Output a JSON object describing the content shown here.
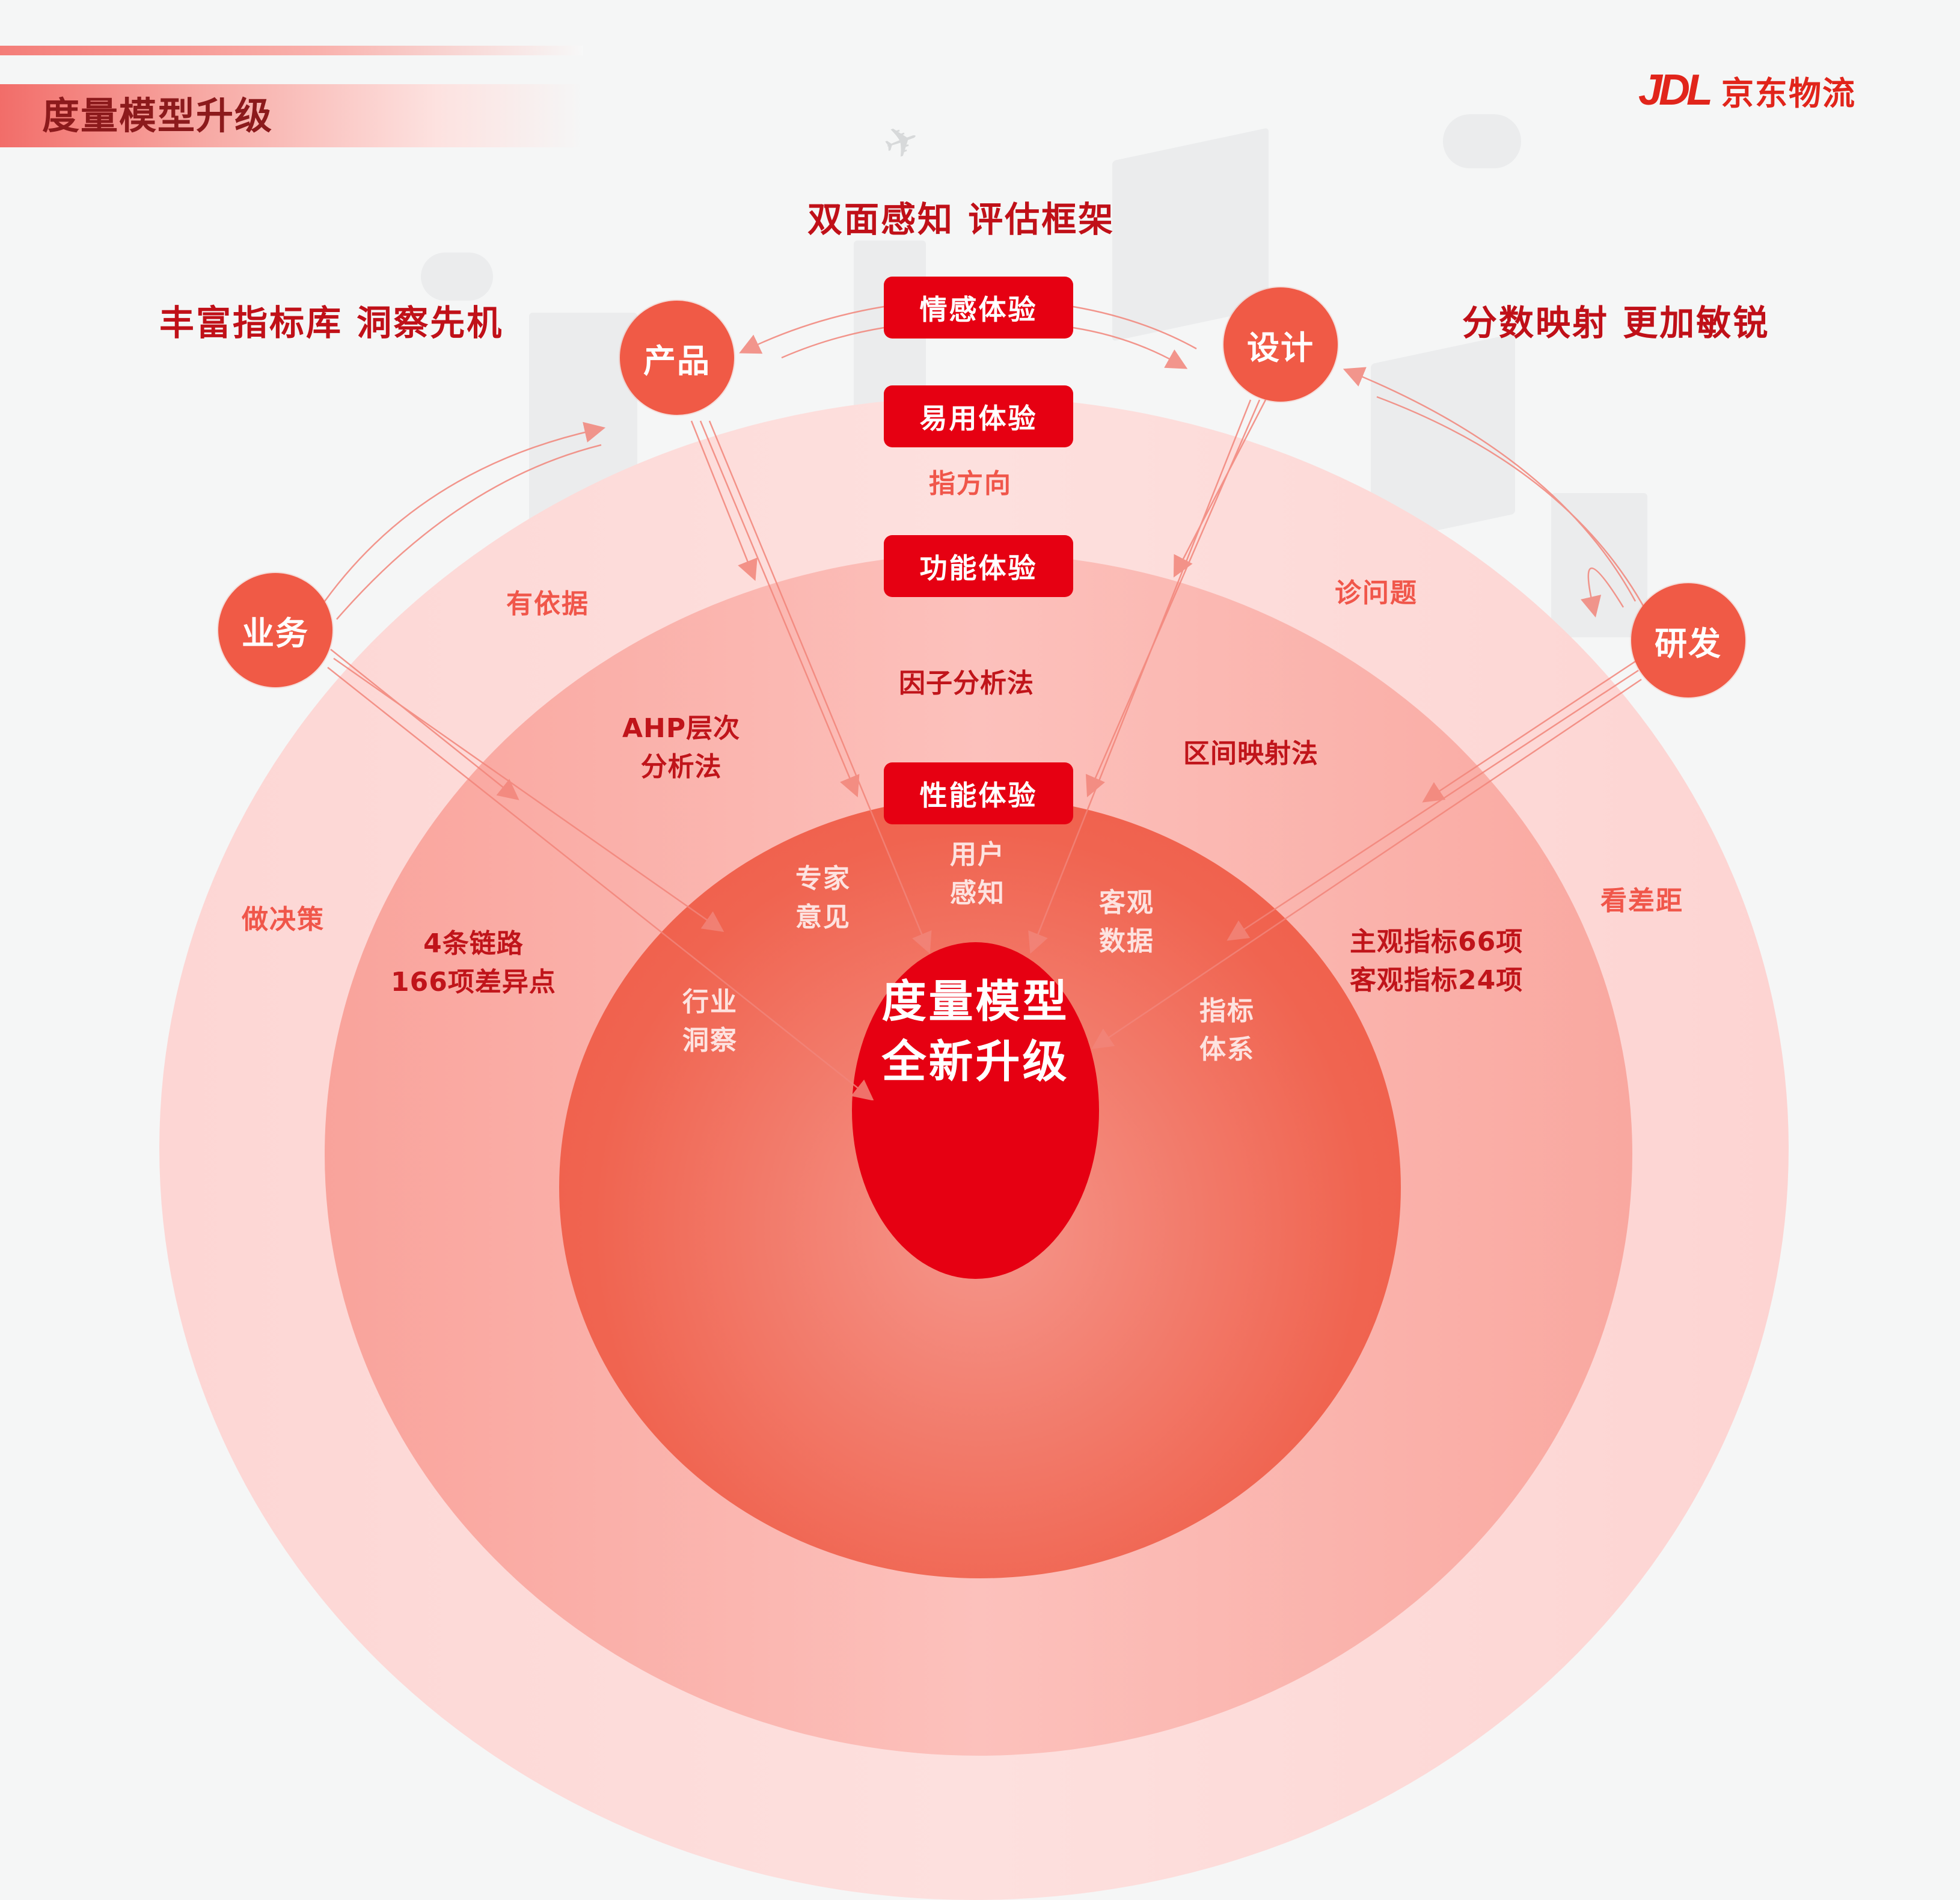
{
  "header": {
    "page_title": "度量模型升级",
    "logo_mark": "JDL",
    "logo_text": "京东物流"
  },
  "headings": {
    "center": "双面感知 评估框架",
    "left": "丰富指标库 洞察先机",
    "right": "分数映射 更加敏锐"
  },
  "nodes": [
    {
      "id": "product",
      "label": "产品"
    },
    {
      "id": "design",
      "label": "设计"
    },
    {
      "id": "business",
      "label": "业务"
    },
    {
      "id": "rnd",
      "label": "研发"
    }
  ],
  "experience_levels": [
    {
      "label": "情感体验"
    },
    {
      "label": "易用体验"
    },
    {
      "label": "功能体验"
    },
    {
      "label": "性能体验"
    }
  ],
  "outer_ring": {
    "top": "指方向",
    "upper_left": "有依据",
    "upper_right": "诊问题",
    "lower_left": "做决策",
    "lower_right": "看差距"
  },
  "middle_ring": {
    "center": "因子分析法",
    "left_line1": "AHP层次",
    "left_line2": "分析法",
    "right": "区间映射法",
    "lower_left_line1": "4条链路",
    "lower_left_line2": "166项差异点",
    "lower_right_line1": "主观指标66项",
    "lower_right_line2": "客观指标24项"
  },
  "inner_ring": {
    "expert_l1": "专家",
    "expert_l2": "意见",
    "user_l1": "用户",
    "user_l2": "感知",
    "objective_l1": "客观",
    "objective_l2": "数据",
    "industry_l1": "行业",
    "industry_l2": "洞察",
    "metric_l1": "指标",
    "metric_l2": "体系"
  },
  "core": {
    "line1": "度量模型",
    "line2": "全新升级"
  },
  "colors": {
    "brand_red": "#e60012",
    "node_red": "#f05a46",
    "heading_red": "#c01018",
    "outer_ring": "#fdd6d4",
    "middle_ring": "#fcb8b2",
    "inner_ring": "#f06450",
    "background": "#f5f6f6"
  }
}
